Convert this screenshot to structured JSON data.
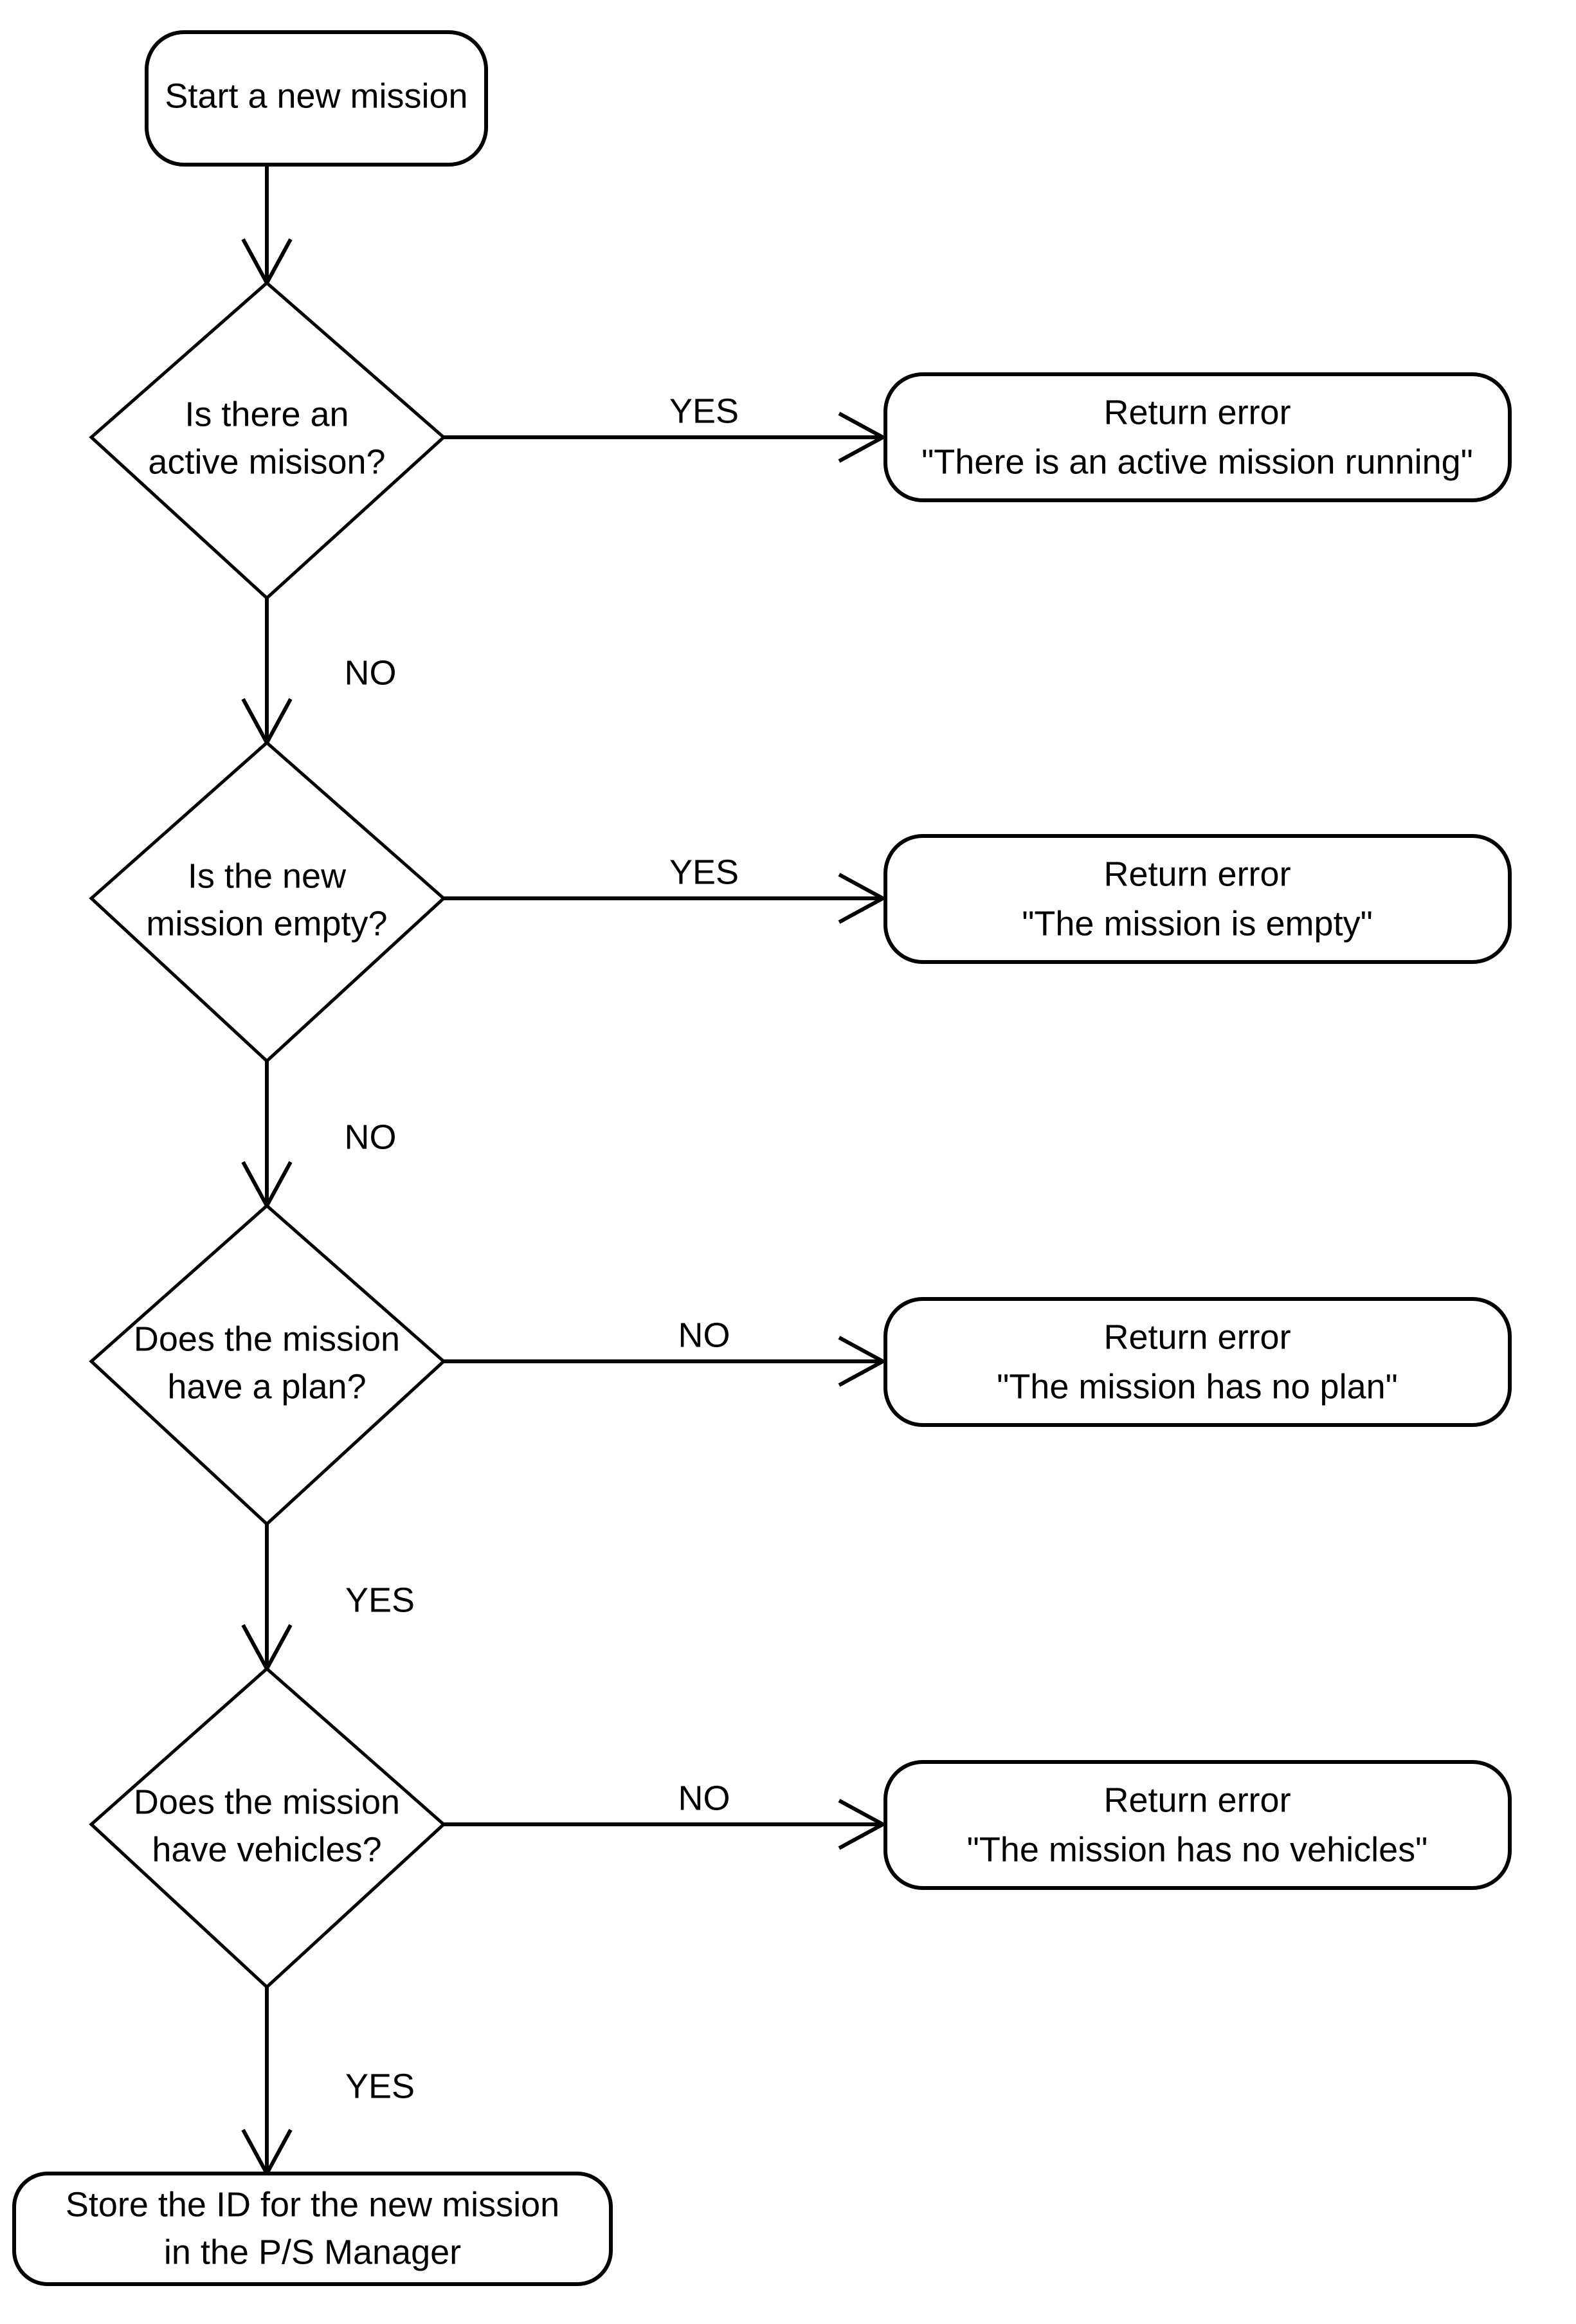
{
  "diagram": {
    "type": "flowchart",
    "title": "Start a new mission validation flow",
    "background_color": "#ffffff",
    "stroke_color": "#000000",
    "nodes": [
      {
        "id": "start",
        "shape": "rounded-rectangle",
        "role": "terminator",
        "lines": [
          "Start a new mission"
        ]
      },
      {
        "id": "d1",
        "shape": "diamond",
        "role": "decision",
        "lines": [
          "Is there an",
          "active misison?"
        ]
      },
      {
        "id": "e1",
        "shape": "rounded-rectangle",
        "role": "error",
        "lines": [
          "Return error",
          "\"There is an active mission running\""
        ]
      },
      {
        "id": "d2",
        "shape": "diamond",
        "role": "decision",
        "lines": [
          "Is the new",
          "mission empty?"
        ]
      },
      {
        "id": "e2",
        "shape": "rounded-rectangle",
        "role": "error",
        "lines": [
          "Return error",
          "\"The mission is empty\""
        ]
      },
      {
        "id": "d3",
        "shape": "diamond",
        "role": "decision",
        "lines": [
          "Does the mission",
          "have a plan?"
        ]
      },
      {
        "id": "e3",
        "shape": "rounded-rectangle",
        "role": "error",
        "lines": [
          "Return error",
          "\"The mission has no plan\""
        ]
      },
      {
        "id": "d4",
        "shape": "diamond",
        "role": "decision",
        "lines": [
          "Does the mission",
          "have vehicles?"
        ]
      },
      {
        "id": "e4",
        "shape": "rounded-rectangle",
        "role": "error",
        "lines": [
          "Return error",
          "\"The mission has no vehicles\""
        ]
      },
      {
        "id": "store",
        "shape": "rounded-rectangle",
        "role": "process",
        "lines": [
          "Store the ID for the new mission",
          "in the P/S Manager"
        ]
      }
    ],
    "edges": [
      {
        "id": "start-d1",
        "from": "start",
        "to": "d1",
        "label": ""
      },
      {
        "id": "d1-e1",
        "from": "d1",
        "to": "e1",
        "label": "YES"
      },
      {
        "id": "d1-d2",
        "from": "d1",
        "to": "d2",
        "label": "NO"
      },
      {
        "id": "d2-e2",
        "from": "d2",
        "to": "e2",
        "label": "YES"
      },
      {
        "id": "d2-d3",
        "from": "d2",
        "to": "d3",
        "label": "NO"
      },
      {
        "id": "d3-e3",
        "from": "d3",
        "to": "e3",
        "label": "NO"
      },
      {
        "id": "d3-d4",
        "from": "d3",
        "to": "d4",
        "label": "YES"
      },
      {
        "id": "d4-e4",
        "from": "d4",
        "to": "e4",
        "label": "NO"
      },
      {
        "id": "d4-store",
        "from": "d4",
        "to": "store",
        "label": "YES"
      }
    ]
  }
}
